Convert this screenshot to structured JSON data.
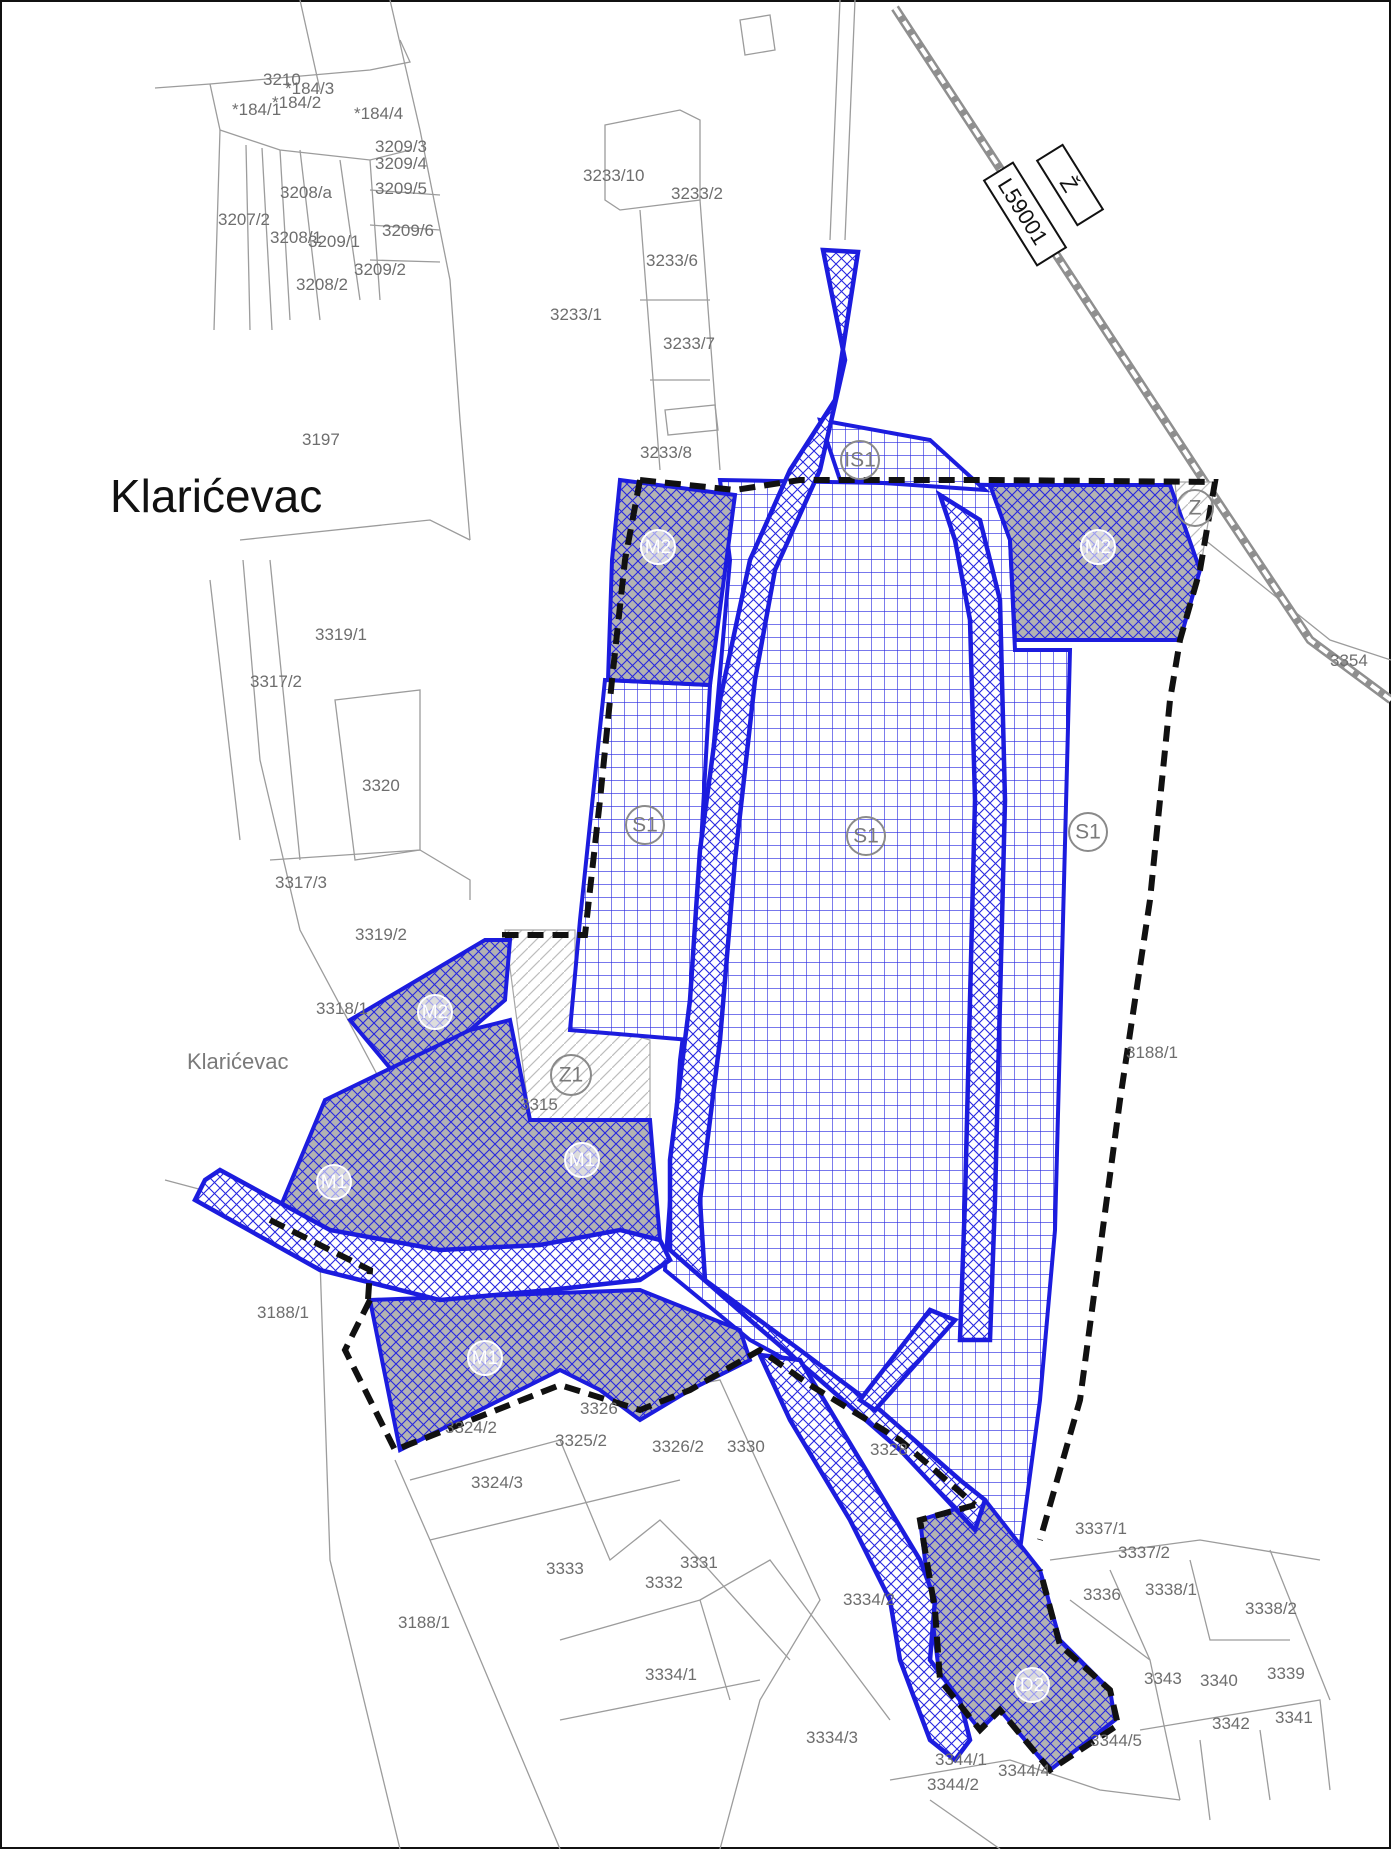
{
  "place_names": {
    "main": "Klarićevac",
    "secondary": "Klarićevac"
  },
  "road_labels": {
    "code": "L59001",
    "symbol": "Ž"
  },
  "parcels": [
    "3210",
    "*184/3",
    "*184/1",
    "*184/2",
    "*184/4",
    "3209/3",
    "3209/4",
    "3209/5",
    "3209/6",
    "3209/1",
    "3209/2",
    "3208/a",
    "3207/2",
    "3208/1",
    "3208/2",
    "3233/10",
    "3233/2",
    "3233/6",
    "3233/1",
    "3233/7",
    "3233/8",
    "3197",
    "3319/1",
    "3317/2",
    "3320",
    "3317/3",
    "3319/2",
    "3318/1",
    "3188/1",
    "3188/1",
    "3188/1",
    "3354",
    "3324/2",
    "3326",
    "3325/2",
    "3326/2",
    "3330",
    "3324/3",
    "3333",
    "3331",
    "3332",
    "3334/1",
    "3334/2",
    "3334/3",
    "3328",
    "3337/1",
    "3337/2",
    "3336",
    "3338/1",
    "3338/2",
    "3343",
    "3340",
    "3339",
    "3342",
    "3341",
    "3344/1",
    "3344/2",
    "3344/4",
    "3344/5",
    "3315"
  ],
  "zones": {
    "s1": "S1",
    "is1": "IS1",
    "z": "Z",
    "z1": "Z1",
    "m": "M2",
    "m1": "M1",
    "d": "D2"
  },
  "colors": {
    "zone_outline": "#1c1cde",
    "zone_fill_dark": "#b3b3b3",
    "boundary": "#111111",
    "parcel_line": "#9c9c9c"
  }
}
